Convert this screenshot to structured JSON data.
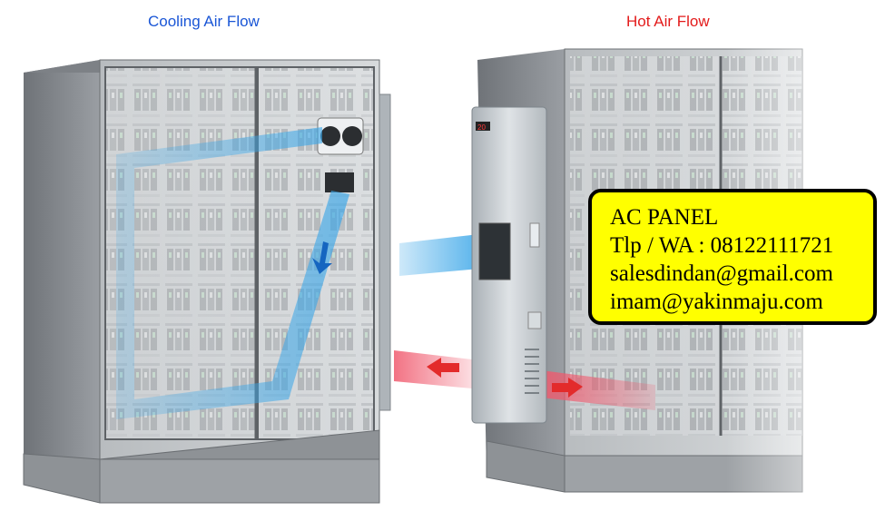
{
  "captions": {
    "cooling": "Cooling Air Flow",
    "hot": "Hot Air Flow"
  },
  "info_box": {
    "line1": "AC PANEL",
    "line2": "Tlp / WA : 08122111721",
    "line3": "salesdindan@gmail.com",
    "line4": "imam@yakinmaju.com"
  },
  "display": {
    "readout": "20"
  },
  "colors": {
    "cooling_caption": "#1a56d6",
    "hot_caption": "#e31b1b",
    "info_background": "#ffff00",
    "cool_flow": "#3aa6e8",
    "hot_flow": "#f05a6e"
  }
}
